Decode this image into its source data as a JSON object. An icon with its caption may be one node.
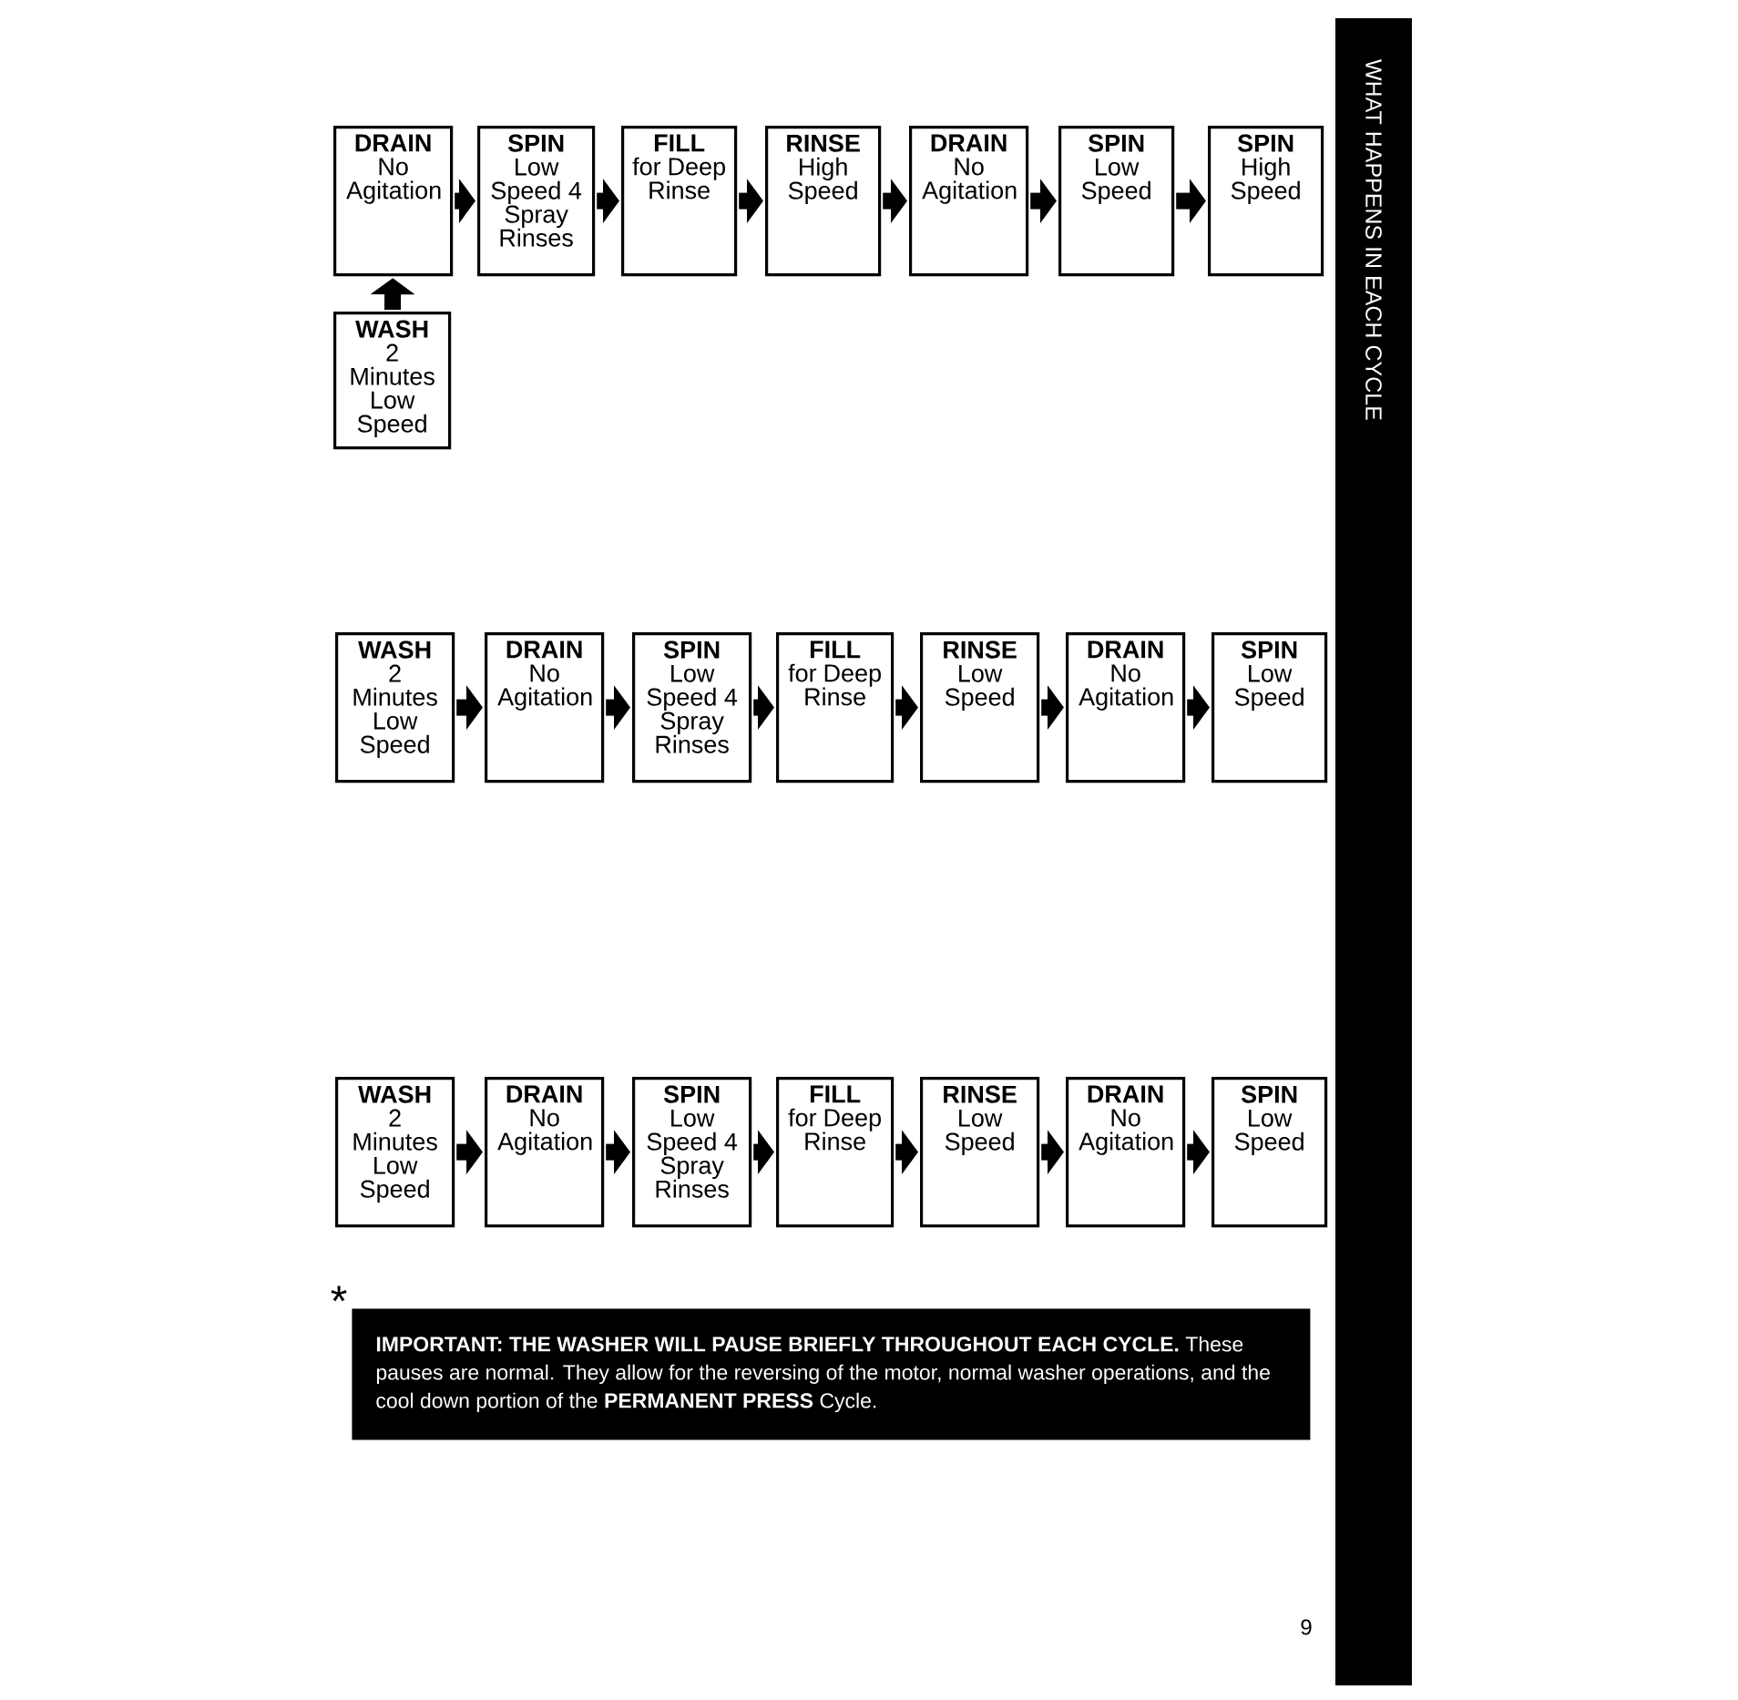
{
  "diagram": {
    "nodes": [
      {
        "text": [
          "DRAIN",
          "No Agitation"
        ]
      },
      {
        "text": [
          "SPIN",
          "Low Speed 4 Spray Rinses"
        ]
      },
      {
        "text": [
          "FILL",
          "for Deep Rinse"
        ]
      },
      {
        "text": [
          "RINSE",
          "High Speed"
        ]
      },
      {
        "text": [
          "DRAIN",
          "No Agitation"
        ]
      },
      {
        "text": [
          "SPIN",
          "Low Speed"
        ]
      },
      {
        "text": [
          "SPIN",
          "High Speed"
        ]
      },
      {
        "text": [
          "WASH",
          "2 Minutes Low Speed"
        ]
      },
      {
        "text": [
          "WASH",
          "2 Minutes Low Speed"
        ]
      },
      {
        "text": [
          "DRAIN",
          "No Agitation"
        ]
      },
      {
        "text": [
          "SPIN",
          "Low Speed 4 Spray Rinses"
        ]
      },
      {
        "text": [
          "FILL",
          "for Deep Rinse"
        ]
      },
      {
        "text": [
          "RINSE",
          "Low Speed"
        ]
      },
      {
        "text": [
          "DRAIN",
          "No Agitation"
        ]
      },
      {
        "text": [
          "SPIN",
          "Low Speed"
        ]
      },
      {
        "text": [
          "WASH",
          "2 Minutes Low Speed"
        ]
      },
      {
        "text": [
          "DRAIN",
          "No Agitation"
        ]
      },
      {
        "text": [
          "SPIN",
          "Low Speed 4 Spray Rinses"
        ]
      },
      {
        "text": [
          "FILL",
          "for Deep Rinse"
        ]
      },
      {
        "text": [
          "RINSE",
          "Low Speed"
        ]
      },
      {
        "text": [
          "DRAIN",
          "No Agitation"
        ]
      },
      {
        "text": [
          "SPIN",
          "Low Speed"
        ]
      },
      {
        "text": [
          "**IMPORTANT: THE WASHER WILL PAUSE BRIEFLY THROUGHOUT EACH CYCLE.** These pauses are normal. They allow for the reversing of the motor, normal washer operations, and the cool down portion of the **PERMANENT PRESS** Cycle."
        ]
      },
      {
        "text": [
          "WHAT HAPPENS IN EACH CYCLE"
        ]
      }
    ],
    "edges": [
      {
        "from": 7,
        "to": 0,
        "arrow": "to"
      },
      {
        "from": 0,
        "to": 1,
        "arrow": "to"
      },
      {
        "from": 1,
        "to": 2,
        "arrow": "to"
      },
      {
        "from": 2,
        "to": 3,
        "arrow": "to"
      },
      {
        "from": 3,
        "to": 4,
        "arrow": "to"
      },
      {
        "from": 4,
        "to": 5,
        "arrow": "to"
      },
      {
        "from": 5,
        "to": 6,
        "arrow": "to"
      },
      {
        "from": 8,
        "to": 9,
        "arrow": "to"
      },
      {
        "from": 9,
        "to": 10,
        "arrow": "to"
      },
      {
        "from": 10,
        "to": 11,
        "arrow": "to"
      },
      {
        "from": 11,
        "to": 12,
        "arrow": "to"
      },
      {
        "from": 12,
        "to": 13,
        "arrow": "to"
      },
      {
        "from": 13,
        "to": 14,
        "arrow": "to"
      },
      {
        "from": 15,
        "to": 16,
        "arrow": "to"
      },
      {
        "from": 16,
        "to": 17,
        "arrow": "to"
      },
      {
        "from": 17,
        "to": 18,
        "arrow": "to"
      },
      {
        "from": 18,
        "to": 19,
        "arrow": "to"
      },
      {
        "from": 19,
        "to": 20,
        "arrow": "to"
      },
      {
        "from": 20,
        "to": 21,
        "arrow": "to"
      }
    ],
    "labels": [
      "*",
      "9"
    ]
  }
}
